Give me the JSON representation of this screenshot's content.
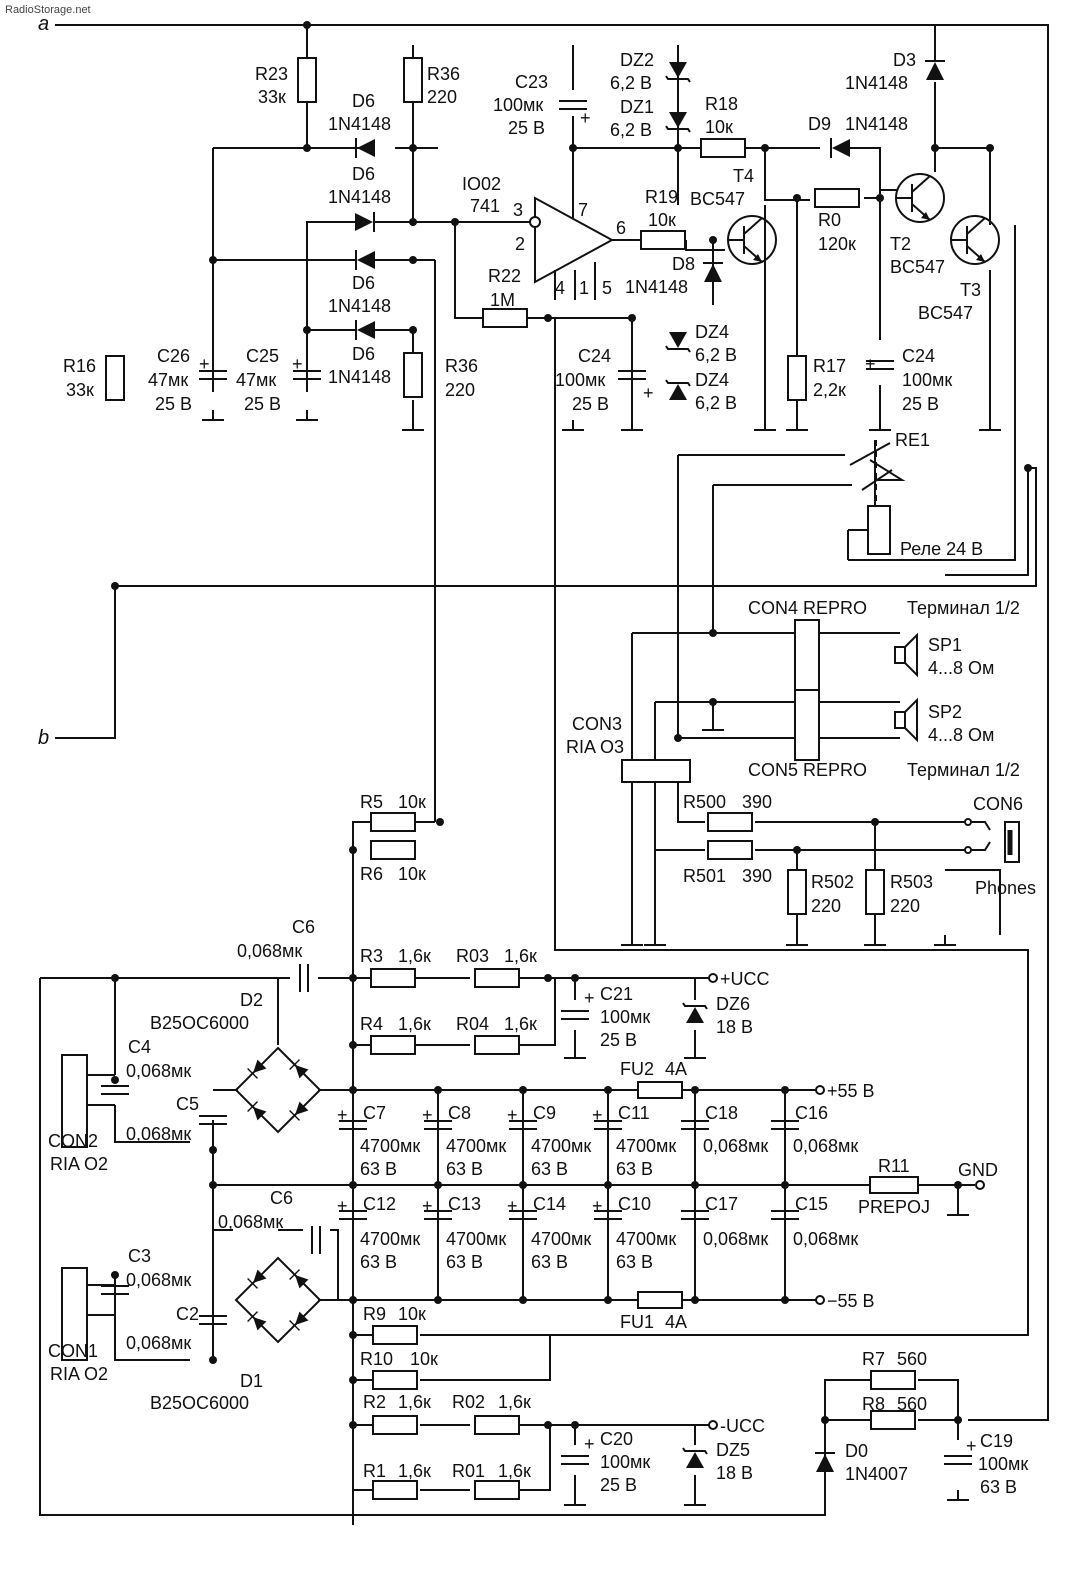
{
  "watermark": "RadioStorage.net",
  "terminals": {
    "a": "a",
    "b": "b"
  },
  "power": {
    "plus_ucc": "+UCC",
    "minus_ucc": "-UCC",
    "plus_55": "+55 В",
    "minus_55": "−55 В",
    "gnd": "GND",
    "r11": "R11",
    "prepoj": "PREPOJ"
  },
  "resistors": [
    {
      "id": "r23",
      "ref": "R23",
      "val": "33к"
    },
    {
      "id": "r36a",
      "ref": "R36",
      "val": "220"
    },
    {
      "id": "r36b",
      "ref": "R36",
      "val": "220"
    },
    {
      "id": "r16",
      "ref": "R16",
      "val": "33к"
    },
    {
      "id": "r18",
      "ref": "R18",
      "val": "10к"
    },
    {
      "id": "r19",
      "ref": "R19",
      "val": "10к"
    },
    {
      "id": "r22",
      "ref": "R22",
      "val": "1М"
    },
    {
      "id": "r0",
      "ref": "R0",
      "val": "120к"
    },
    {
      "id": "r17",
      "ref": "R17",
      "val": "2,2к"
    },
    {
      "id": "r5",
      "ref": "R5",
      "val": "10к"
    },
    {
      "id": "r6",
      "ref": "R6",
      "val": "10к"
    },
    {
      "id": "r3",
      "ref": "R3",
      "val": "1,6к"
    },
    {
      "id": "r03",
      "ref": "R03",
      "val": "1,6к"
    },
    {
      "id": "r4",
      "ref": "R4",
      "val": "1,6к"
    },
    {
      "id": "r04",
      "ref": "R04",
      "val": "1,6к"
    },
    {
      "id": "r9",
      "ref": "R9",
      "val": "10к"
    },
    {
      "id": "r10",
      "ref": "R10",
      "val": "10к"
    },
    {
      "id": "r2",
      "ref": "R2",
      "val": "1,6к"
    },
    {
      "id": "r02",
      "ref": "R02",
      "val": "1,6к"
    },
    {
      "id": "r1",
      "ref": "R1",
      "val": "1,6к"
    },
    {
      "id": "r01",
      "ref": "R01",
      "val": "1,6к"
    },
    {
      "id": "r7",
      "ref": "R7",
      "val": "560"
    },
    {
      "id": "r8",
      "ref": "R8",
      "val": "560"
    },
    {
      "id": "r500",
      "ref": "R500",
      "val": "390"
    },
    {
      "id": "r501",
      "ref": "R501",
      "val": "390"
    },
    {
      "id": "r502",
      "ref": "R502",
      "val": "220"
    },
    {
      "id": "r503",
      "ref": "R503",
      "val": "220"
    }
  ],
  "capacitors": [
    {
      "id": "c23",
      "ref": "C23",
      "val": "100мк",
      "volt": "25 В"
    },
    {
      "id": "c26",
      "ref": "C26",
      "val": "47мк",
      "volt": "25 В"
    },
    {
      "id": "c25",
      "ref": "C25",
      "val": "47мк",
      "volt": "25 В"
    },
    {
      "id": "c24a",
      "ref": "C24",
      "val": "100мк",
      "volt": "25 В"
    },
    {
      "id": "c24b",
      "ref": "C24",
      "val": "100мк",
      "volt": "25 В"
    },
    {
      "id": "c6a",
      "ref": "C6",
      "val": "0,068мк"
    },
    {
      "id": "c6b",
      "ref": "C6",
      "val": "0,068мк"
    },
    {
      "id": "c4",
      "ref": "C4",
      "val": "0,068мк"
    },
    {
      "id": "c5",
      "ref": "C5",
      "val": "0,068мк"
    },
    {
      "id": "c3",
      "ref": "C3",
      "val": "0,068мк"
    },
    {
      "id": "c2",
      "ref": "C2",
      "val": "0,068мк"
    },
    {
      "id": "c21",
      "ref": "C21",
      "val": "100мк",
      "volt": "25 В"
    },
    {
      "id": "c20",
      "ref": "C20",
      "val": "100мк",
      "volt": "25 В"
    },
    {
      "id": "c19",
      "ref": "C19",
      "val": "100мк",
      "volt": "63 В"
    },
    {
      "id": "c7",
      "ref": "C7",
      "val": "4700мк",
      "volt": "63 В"
    },
    {
      "id": "c8",
      "ref": "C8",
      "val": "4700мк",
      "volt": "63 В"
    },
    {
      "id": "c9",
      "ref": "C9",
      "val": "4700мк",
      "volt": "63 В"
    },
    {
      "id": "c11",
      "ref": "C11",
      "val": "4700мк",
      "volt": "63 В"
    },
    {
      "id": "c18",
      "ref": "C18",
      "val": "0,068мк"
    },
    {
      "id": "c16",
      "ref": "C16",
      "val": "0,068мк"
    },
    {
      "id": "c12",
      "ref": "C12",
      "val": "4700мк",
      "volt": "63 В"
    },
    {
      "id": "c13",
      "ref": "C13",
      "val": "4700мк",
      "volt": "63 В"
    },
    {
      "id": "c14",
      "ref": "C14",
      "val": "4700мк",
      "volt": "63 В"
    },
    {
      "id": "c10",
      "ref": "C10",
      "val": "4700мк",
      "volt": "63 В"
    },
    {
      "id": "c17",
      "ref": "C17",
      "val": "0,068мк"
    },
    {
      "id": "c15",
      "ref": "C15",
      "val": "0,068мк"
    }
  ],
  "diodes": [
    {
      "id": "d6a",
      "ref": "D6",
      "part": "1N4148"
    },
    {
      "id": "d6b",
      "ref": "D6",
      "part": "1N4148"
    },
    {
      "id": "d6c",
      "ref": "D6",
      "part": "1N4148"
    },
    {
      "id": "d6d",
      "ref": "D6",
      "part": "1N4148"
    },
    {
      "id": "d3",
      "ref": "D3",
      "part": "1N4148"
    },
    {
      "id": "d9",
      "ref": "D9",
      "part": "1N4148"
    },
    {
      "id": "d8",
      "ref": "D8",
      "part": "1N4148"
    },
    {
      "id": "d0",
      "ref": "D0",
      "part": "1N4007"
    },
    {
      "id": "dz2",
      "ref": "DZ2",
      "part": "6,2 В"
    },
    {
      "id": "dz1",
      "ref": "DZ1",
      "part": "6,2 В"
    },
    {
      "id": "dz4a",
      "ref": "DZ4",
      "part": "6,2 В"
    },
    {
      "id": "dz4b",
      "ref": "DZ4",
      "part": "6,2 В"
    },
    {
      "id": "dz6",
      "ref": "DZ6",
      "part": "18 В"
    },
    {
      "id": "dz5",
      "ref": "DZ5",
      "part": "18 В"
    }
  ],
  "bridges": [
    {
      "id": "d2",
      "ref": "D2",
      "part": "B25OC6000"
    },
    {
      "id": "d1",
      "ref": "D1",
      "part": "B25OC6000"
    }
  ],
  "transistors": [
    {
      "id": "t4",
      "ref": "T4",
      "part": "BC547"
    },
    {
      "id": "t2",
      "ref": "T2",
      "part": "BC547"
    },
    {
      "id": "t3",
      "ref": "T3",
      "part": "BC547"
    }
  ],
  "opamp": {
    "ref": "IO02",
    "part": "741",
    "pins": [
      "3",
      "2",
      "7",
      "6",
      "4",
      "1",
      "5"
    ]
  },
  "relay": {
    "ref": "RE1",
    "coil": "Реле 24 В"
  },
  "fuses": [
    {
      "id": "fu2",
      "ref": "FU2",
      "val": "4A"
    },
    {
      "id": "fu1",
      "ref": "FU1",
      "val": "4A"
    }
  ],
  "connectors": {
    "con4": "CON4  REPRO",
    "con5": "CON5  REPRO",
    "terminal1": "Терминал 1/2",
    "terminal2": "Терминал 1/2",
    "con3": "CON3",
    "con3b": "RIA O3",
    "con6": "CON6",
    "phones": "Phones",
    "con2": "CON2",
    "con2b": "RIA O2",
    "con1": "CON1",
    "con1b": "RIA O2"
  },
  "speakers": [
    {
      "id": "sp1",
      "ref": "SP1",
      "val": "4...8 Ом"
    },
    {
      "id": "sp2",
      "ref": "SP2",
      "val": "4...8 Ом"
    }
  ],
  "plus_sign": "+"
}
